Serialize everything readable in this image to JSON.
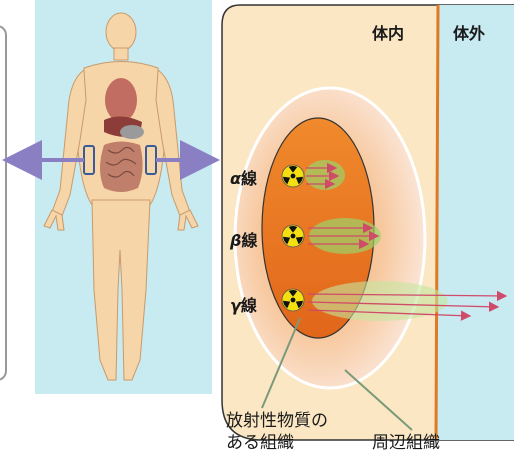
{
  "region_inside": "体内",
  "region_outside": "体外",
  "rays": [
    {
      "symbol": "α",
      "label": "線"
    },
    {
      "symbol": "β",
      "label": "線"
    },
    {
      "symbol": "γ",
      "label": "線"
    }
  ],
  "caption_source": [
    "放射性物質の",
    "ある組織"
  ],
  "caption_surrounding": "周辺組織",
  "colors": {
    "panel_bg": "#c8eaf1",
    "tissue_bg": "#fbe7c4",
    "source_core": "#e8731f",
    "skin_line": "#e07a22",
    "arrow": "#d04a6a",
    "body_arrow": "#8b7fc4",
    "radiation_symbol": "#f4df10"
  }
}
